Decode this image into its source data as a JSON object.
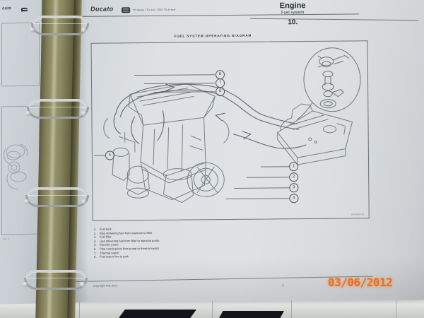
{
  "photo": {
    "date_stamp": "03/06/2012",
    "stamp_color": "#e8712a",
    "binder_color": "#8c8963"
  },
  "page": {
    "header": {
      "brand": "Ducato",
      "brand_icon": "fiat-logo-icon",
      "models": "TD diesel / TD 4x4 / 2500 TD di-esel",
      "section_title": "Engine",
      "subsection": "Fuel system",
      "chapter": "10."
    },
    "figure": {
      "caption": "FUEL SYSTEM OPERATING DIAGRAM",
      "drawing_code": "D4P0BG/31",
      "callouts_left": [
        "8",
        "7",
        "6"
      ],
      "callouts_right": [
        "1",
        "2",
        "3",
        "4"
      ],
      "callout_engine": "5",
      "detail_balloon_label": "thermal-switch-detail"
    },
    "legend": [
      {
        "n": "1.",
        "text": "Fuel tank"
      },
      {
        "n": "2.",
        "text": "Pipe delivering fuel from reservoir to filter"
      },
      {
        "n": "3.",
        "text": "Fuel filter"
      },
      {
        "n": "4.",
        "text": "Line delivering fuel from filter to injection pump"
      },
      {
        "n": "5.",
        "text": "Injection pump"
      },
      {
        "n": "6.",
        "text": "Pipe carrying fuel from pump to thermal switch"
      },
      {
        "n": "7.",
        "text": "Thermal switch"
      },
      {
        "n": "8.",
        "text": "Fuel return line to tank"
      }
    ],
    "footer": {
      "copyright": "Copyright Fiat Auto",
      "page_number": "5"
    }
  },
  "previous_page": {
    "caption_fragment": "cato",
    "note_fragment": "FIG. 1"
  }
}
